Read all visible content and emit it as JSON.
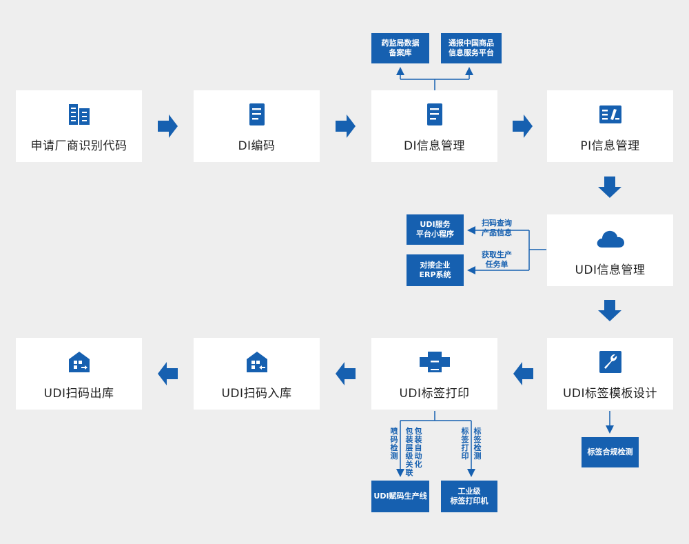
{
  "colors": {
    "accent": "#1660b0",
    "background": "#eeeeee",
    "card": "#ffffff"
  },
  "cards": {
    "manufacturer_code": {
      "label": "申请厂商识别代码",
      "icon": "building-icon"
    },
    "di_encoding": {
      "label": "DI编码",
      "icon": "document-icon"
    },
    "di_info": {
      "label": "DI信息管理",
      "icon": "document-icon"
    },
    "pi_info": {
      "label": "PI信息管理",
      "icon": "edit-form-icon"
    },
    "udi_info": {
      "label": "UDI信息管理",
      "icon": "cloud-icon"
    },
    "udi_template": {
      "label": "UDI标签模板设计",
      "icon": "wrench-icon"
    },
    "udi_print": {
      "label": "UDI标签打印",
      "icon": "printer-icon"
    },
    "udi_in": {
      "label": "UDI扫码入库",
      "icon": "warehouse-in-icon"
    },
    "udi_out": {
      "label": "UDI扫码出库",
      "icon": "warehouse-out-icon"
    }
  },
  "boxes": {
    "nmpa_db": "药监局数据\n备案库",
    "china_goods": "通报中国商品\n信息服务平台",
    "udi_miniapp": "UDI服务\n平台小程序",
    "erp": "对接企业\nERP系统",
    "compliance": "标签合规检测",
    "production_line": "UDI赋码生产线",
    "industrial_printer": "工业级\n标签打印机"
  },
  "notes": {
    "scan_query": "扫码查询\n产品信息",
    "get_task": "获取生产\n任务单",
    "inkjet_check": "喷码检测",
    "auto_pack": "包装自动化",
    "pack_link": "包装层级关联",
    "label_print": "标签打印",
    "label_check": "标签检测"
  }
}
